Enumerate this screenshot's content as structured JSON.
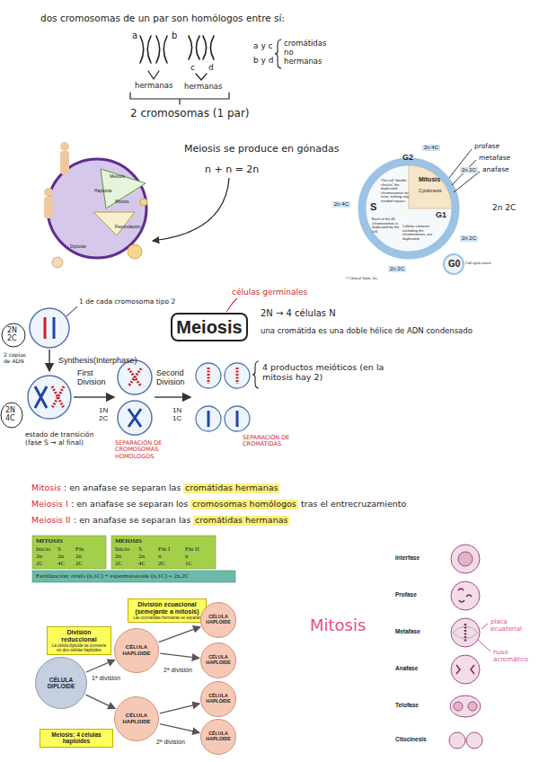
{
  "diagram": {
    "nodes": [
      {
        "text": [
          "Meiosis"
        ]
      },
      {
        "text": [
          "División reduccional",
          "La célula diploide se convierte en dos células haploides"
        ]
      },
      {
        "text": [
          "División ecuacional (semejante a mitosis)",
          "Las cromátidas hermanas se separan"
        ]
      },
      {
        "text": [
          "Meiosis: 4 células haploides"
        ]
      },
      {
        "text": [
          "CÉLULA DIPLOIDE"
        ]
      },
      {
        "text": [
          "CÉLULA HAPLOIDE"
        ]
      },
      {
        "text": [
          "CÉLULA HAPLOIDE"
        ]
      },
      {
        "text": [
          "CÉLULA HAPLOIDE"
        ]
      },
      {
        "text": [
          "CÉLULA HAPLOIDE"
        ]
      },
      {
        "text": [
          "CÉLULA HAPLOIDE"
        ]
      },
      {
        "text": [
          "CÉLULA HAPLOIDE"
        ]
      }
    ],
    "edges": [
      {
        "from": 4,
        "to": 5,
        "arrow": "to"
      },
      {
        "from": 4,
        "to": 6,
        "arrow": "to"
      },
      {
        "from": 5,
        "to": 7,
        "arrow": "to"
      },
      {
        "from": 5,
        "to": 8,
        "arrow": "to"
      },
      {
        "from": 6,
        "to": 9,
        "arrow": "to"
      },
      {
        "from": 6,
        "to": 10,
        "arrow": "to"
      }
    ],
    "labels": [
      "dos cromosomas de un par son homólogos entre sí:",
      "a",
      "b",
      "c",
      "d",
      "hermanas",
      "hermanas",
      "2 cromosomas (1 par)",
      "a y c",
      "b y d",
      "cromátidas no hermanas",
      "Meiosis",
      "Haploide",
      "Mitosis",
      "Fecundación",
      "Diploide",
      "Meiosis se produce en gónadas",
      "n + n = 2n",
      "G2",
      "S",
      "G1",
      "G0",
      "Mitosis",
      "Cytokinesis",
      "The cell \"double checks\" the duplicated chromosomes for error, making any needed repairs.",
      "Each of the 46 chromosomes is duplicated by the cell.",
      "Cellular contents, excluding the chromosomes, are duplicated.",
      "Cell cycle arrest.",
      "2n 4C",
      "2n 4C",
      "2n 2C",
      "2n 2C",
      "2n 2C",
      "profase",
      "metafase",
      "anafase",
      "2n 2C",
      "© Clinical Tools, Inc.",
      "células germinales",
      "1 de cada cromosoma tipo 2",
      "2N 2C",
      "2 copias de ADN",
      "Synthesis(Interphase)",
      "2N → 4 células N",
      "una cromátida es una doble hélice de ADN condensado",
      "First Division",
      "Second Division",
      "1N 2C",
      "1N 1C",
      "2N 4C",
      "estado de transición (fase S → al final)",
      "SEPARACIÓN DE CROMOSOMAS HOMÓLOGOS",
      "SEPARACIÓN DE CROMÁTIDAS",
      "4 productos meióticos (en la mitosis hay 2)",
      "Mitosis",
      ": en anafase se separan las",
      "cromátidas hermanas",
      "Meiosis I",
      ": en anafase se separan los",
      "cromosomas homólogos",
      "tras el entrecruzamiento",
      "Meiosis II",
      ": en anafase se separan las",
      "cromátidas hermanas",
      "MITOSIS",
      "Inicio",
      "S",
      "Fin",
      "2n",
      "2n",
      "2n",
      "2C",
      "4C",
      "2C",
      "MEIOSIS",
      "Inicio",
      "S",
      "Fin I",
      "Fin II",
      "2n",
      "2n",
      "n",
      "n",
      "2C",
      "4C",
      "2C",
      "1C",
      "Fertilización: óvulo (n,1C) + espermatozoide (n,1C) = 2n,2C",
      "1ª división",
      "2ª división",
      "2ª división",
      "Mitosis",
      "Interfase",
      "Profase",
      "Metafase",
      "Anafase",
      "Telofase",
      "Citocinesis",
      "placa ecuatorial",
      "huso acromático"
    ]
  }
}
